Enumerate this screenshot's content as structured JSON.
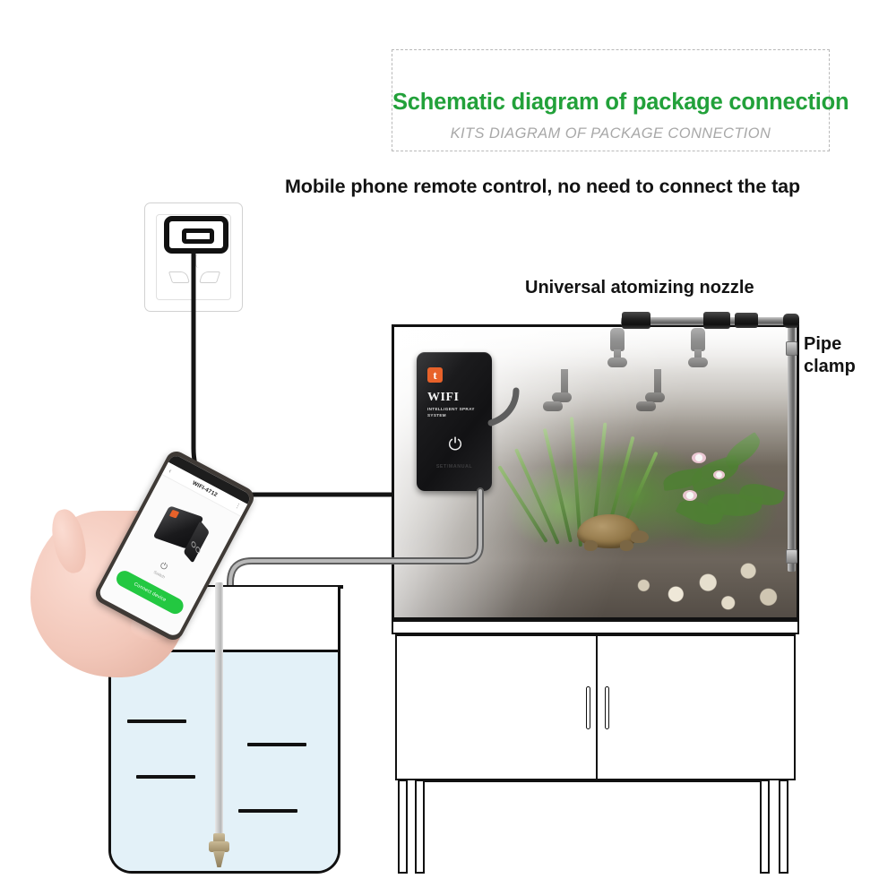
{
  "header": {
    "title": "Schematic diagram of package connection",
    "subtitle": "KITS DIAGRAM OF PACKAGE CONNECTION",
    "title_color": "#22a13a",
    "subtitle_color": "#a8a8a8",
    "border_color": "#b9b9b9"
  },
  "captions": {
    "remote_control": "Mobile phone remote control, no need to connect the tap",
    "nozzle": "Universal atomizing nozzle",
    "pipe_clamp": "Pipe clamp"
  },
  "controller": {
    "logo_glyph": "t",
    "logo_color": "#e8622a",
    "wifi_label": "WIFI",
    "subtitle_line1": "INTELLIGENT SPRAY",
    "subtitle_line2": "SYSTEM",
    "power_icon": "⏻",
    "mode_label": "SET/MANUAL",
    "body_color": "#141416"
  },
  "phone_app": {
    "back_icon": "‹",
    "title": "WIFI-4712",
    "more_icon": "⋮",
    "power_icon": "⏻",
    "power_label": "Switch",
    "cta_label": "Connect device",
    "cta_color": "#23c841"
  },
  "socket": {
    "name": "wall power socket",
    "plug_inserted": true
  },
  "tank": {
    "name": "terrarium tank",
    "contents": [
      "turtle",
      "plants",
      "flowers",
      "pebbles",
      "mist"
    ],
    "nozzle_count": 2
  },
  "stand": {
    "name": "cabinet stand",
    "door_count": 2,
    "leg_count": 4
  },
  "bucket": {
    "name": "water reservoir bucket",
    "water_color": "#e3f1f8",
    "level_marks": 4,
    "intake_tube": "clear suction tube with filter"
  },
  "colors": {
    "accent_green": "#22a13a",
    "outline": "#111111",
    "pipe_gray": "#8e8e8e",
    "orange": "#e8622a"
  }
}
